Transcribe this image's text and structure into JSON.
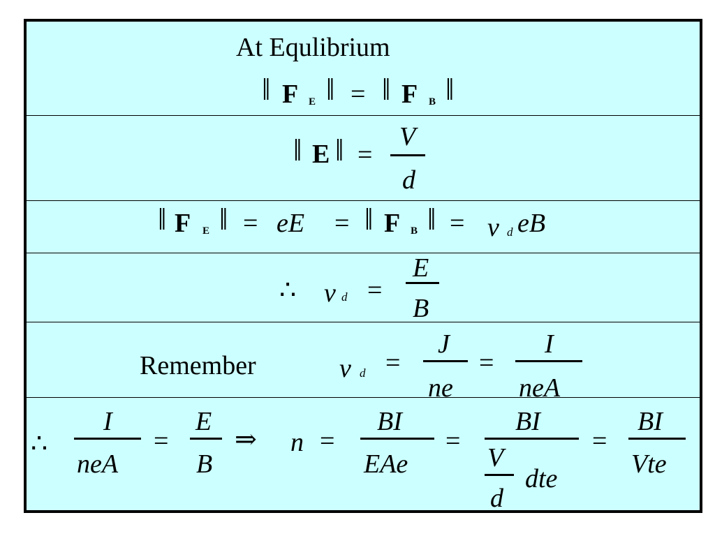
{
  "row1": {
    "heading": "At Equlibrium",
    "norm": "‖",
    "F": "F",
    "sub_E": "E",
    "sub_B": "B",
    "eq": "="
  },
  "row2": {
    "E": "E",
    "eq": "=",
    "num": "V",
    "den": "d"
  },
  "row3": {
    "F": "F",
    "sub_E": "E",
    "sub_B": "B",
    "eq": "=",
    "eE": "eE",
    "v": "v",
    "sub_d": "d",
    "eB": "eB"
  },
  "row4": {
    "therefore": "∴",
    "v": "v",
    "sub_d": "d",
    "eq": "=",
    "num": "E",
    "den": "B"
  },
  "row5": {
    "label": "Remember",
    "v": "v",
    "sub_d": "d",
    "eq": "=",
    "frac1_num": "J",
    "frac1_den": "ne",
    "frac2_num": "I",
    "frac2_den": "neA"
  },
  "row6": {
    "therefore": "∴",
    "eq": "=",
    "implies": "⇒",
    "n": "n",
    "f1_num": "I",
    "f1_den": "neA",
    "f2_num": "E",
    "f2_den": "B",
    "f3_num": "BI",
    "f3_den": "EAe",
    "f4_num": "BI",
    "f4_den_num": "V",
    "f4_den_den": "d",
    "f4_den_rest": "dte",
    "f5_num": "BI",
    "f5_den": "Vte"
  }
}
